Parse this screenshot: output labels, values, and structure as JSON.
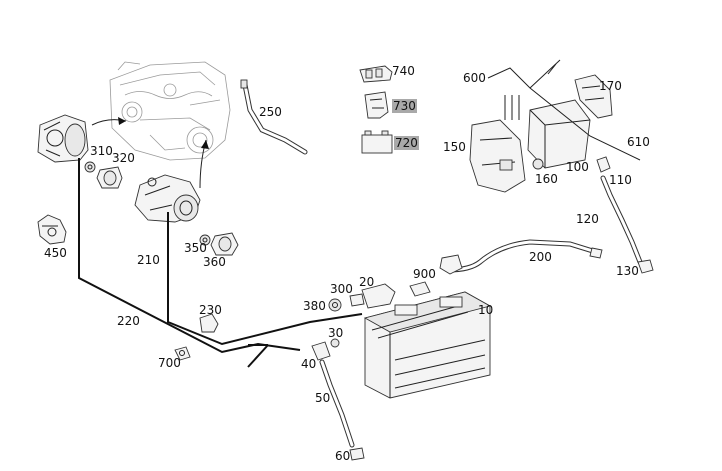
{
  "diagram": {
    "labels": {
      "p10": "10",
      "p20": "20",
      "p30": "30",
      "p40": "40",
      "p50": "50",
      "p60": "60",
      "p100": "100",
      "p110": "110",
      "p120": "120",
      "p130": "130",
      "p150": "150",
      "p160": "160",
      "p170": "170",
      "p200": "200",
      "p210": "210",
      "p220": "220",
      "p230": "230",
      "p250": "250",
      "p300": "300",
      "p310": "310",
      "p320": "320",
      "p350": "350",
      "p360": "360",
      "p380": "380",
      "p450": "450",
      "p600": "600",
      "p610": "610",
      "p700": "700",
      "p720": "720",
      "p730": "730",
      "p740": "740",
      "p900": "900"
    },
    "highlight_color": "#a9a9a9",
    "line_color": "#111111"
  }
}
